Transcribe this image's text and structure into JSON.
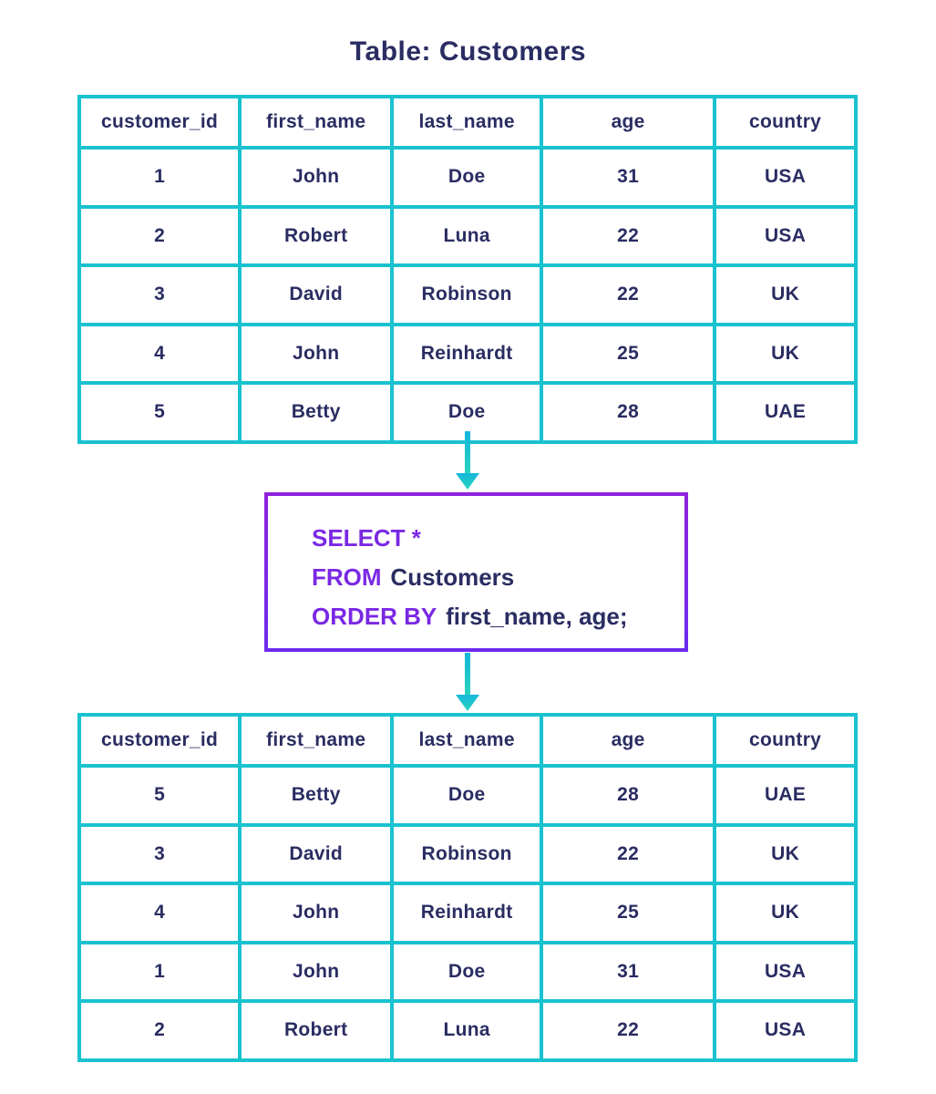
{
  "title": "Table: Customers",
  "colors": {
    "table_border_teal": "#19c2cf",
    "text_navy": "#2a2d62",
    "keyword_purple": "#7a28e4",
    "box_border_gradient_top": "#8f22dd",
    "box_border_gradient_bottom": "#6c2bf0",
    "arrow_gradient_top": "#16b5dd",
    "arrow_gradient_bottom": "#27d6bb",
    "background": "#ffffff"
  },
  "source_table": {
    "columns": [
      "customer_id",
      "first_name",
      "last_name",
      "age",
      "country"
    ],
    "rows": [
      [
        "1",
        "John",
        "Doe",
        "31",
        "USA"
      ],
      [
        "2",
        "Robert",
        "Luna",
        "22",
        "USA"
      ],
      [
        "3",
        "David",
        "Robinson",
        "22",
        "UK"
      ],
      [
        "4",
        "John",
        "Reinhardt",
        "25",
        "UK"
      ],
      [
        "5",
        "Betty",
        "Doe",
        "28",
        "UAE"
      ]
    ]
  },
  "query": {
    "lines": [
      {
        "keyword": "SELECT *",
        "rest": ""
      },
      {
        "keyword": "FROM",
        "rest": "Customers"
      },
      {
        "keyword": "ORDER BY",
        "rest": "first_name, age;"
      }
    ]
  },
  "result_table": {
    "columns": [
      "customer_id",
      "first_name",
      "last_name",
      "age",
      "country"
    ],
    "rows": [
      [
        "5",
        "Betty",
        "Doe",
        "28",
        "UAE"
      ],
      [
        "3",
        "David",
        "Robinson",
        "22",
        "UK"
      ],
      [
        "4",
        "John",
        "Reinhardt",
        "25",
        "UK"
      ],
      [
        "1",
        "John",
        "Doe",
        "31",
        "USA"
      ],
      [
        "2",
        "Robert",
        "Luna",
        "22",
        "USA"
      ]
    ]
  }
}
